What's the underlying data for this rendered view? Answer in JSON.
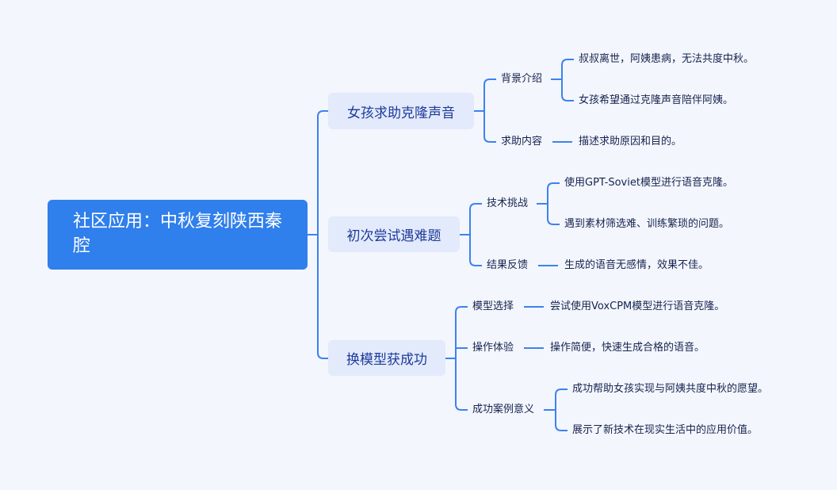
{
  "root": {
    "title": "社区应用：中秋复刻陕西秦腔"
  },
  "branches": [
    {
      "label": "女孩求助克隆声音",
      "children": [
        {
          "label": "背景介绍",
          "leaves": [
            "叔叔离世，阿姨患病，无法共度中秋。",
            "女孩希望通过克隆声音陪伴阿姨。"
          ]
        },
        {
          "label": "求助内容",
          "leaves": [
            "描述求助原因和目的。"
          ]
        }
      ]
    },
    {
      "label": "初次尝试遇难题",
      "children": [
        {
          "label": "技术挑战",
          "leaves": [
            "使用GPT-Soviet模型进行语音克隆。",
            "遇到素材筛选难、训练繁琐的问题。"
          ]
        },
        {
          "label": "结果反馈",
          "leaves": [
            "生成的语音无感情，效果不佳。"
          ]
        }
      ]
    },
    {
      "label": "换模型获成功",
      "children": [
        {
          "label": "模型选择",
          "leaves": [
            "尝试使用VoxCPM模型进行语音克隆。"
          ]
        },
        {
          "label": "操作体验",
          "leaves": [
            "操作简便，快速生成合格的语音。"
          ]
        },
        {
          "label": "成功案例意义",
          "leaves": [
            "成功帮助女孩实现与阿姨共度中秋的愿望。",
            "展示了新技术在现实生活中的应用价值。"
          ]
        }
      ]
    }
  ],
  "colors": {
    "accent": "#2f7fec",
    "branch_fill": "#e2eafc",
    "link": "#3b82f0"
  }
}
